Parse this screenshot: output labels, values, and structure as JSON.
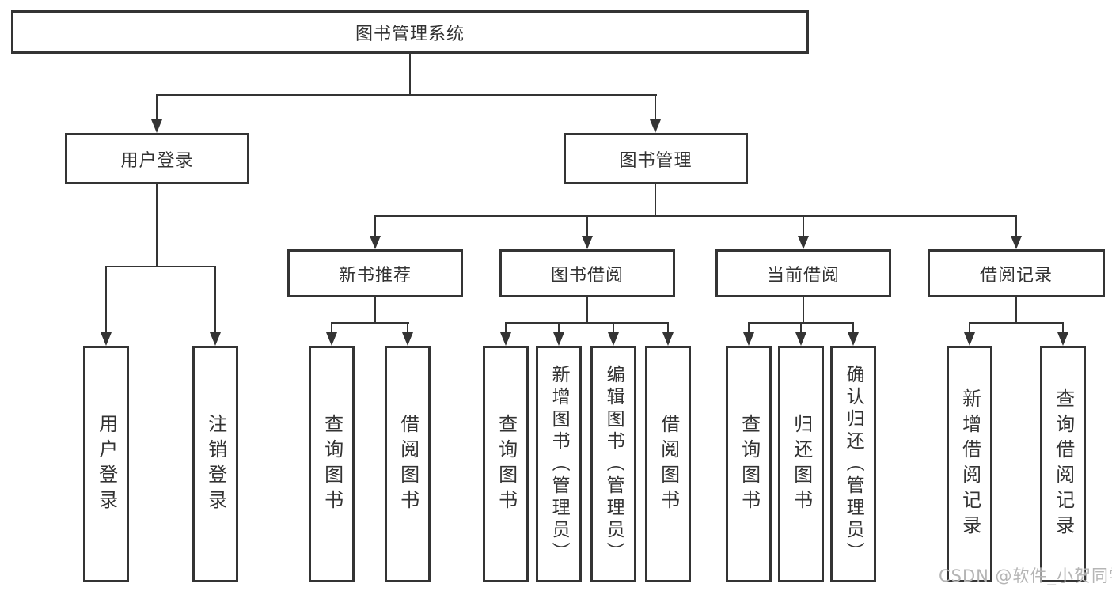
{
  "diagram": {
    "root": {
      "label": "图书管理系统"
    },
    "level1": [
      "用户登录",
      "图书管理"
    ],
    "level2": [
      "新书推荐",
      "图书借阅",
      "当前借阅",
      "借阅记录"
    ],
    "leaves": {
      "user_login": [
        "用户登录",
        "注销登录"
      ],
      "new_book_recommend": [
        "查询图书",
        "借阅图书"
      ],
      "book_borrowing": [
        "查询图书",
        "新增图书（管理员）",
        "编辑图书（管理员）",
        "借阅图书"
      ],
      "current_borrowing": [
        "查询图书",
        "归还图书",
        "确认归还（管理员）"
      ],
      "borrowing_records": [
        "新增借阅记录",
        "查询借阅记录"
      ]
    },
    "watermark": "CSDN @软件_小贺同学",
    "colors": {
      "line": "#343434",
      "text": "#333333",
      "watermark": "#b5b5b5",
      "background": "#ffffff"
    }
  }
}
